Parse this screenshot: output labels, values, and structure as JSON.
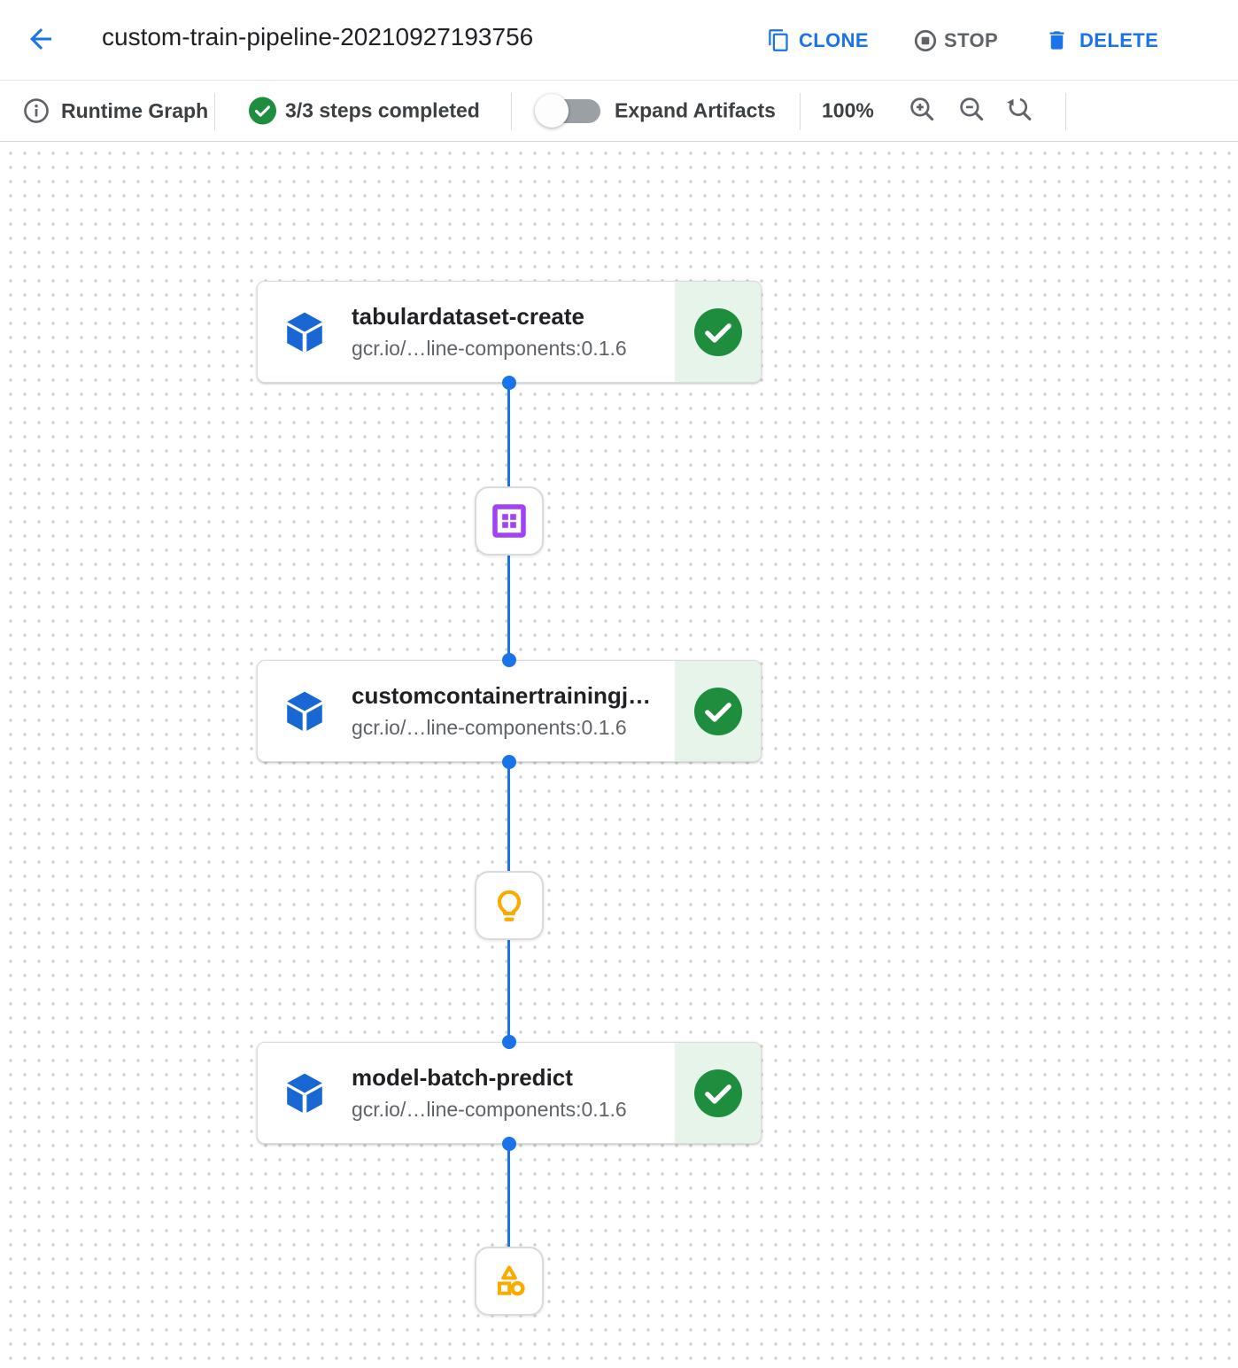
{
  "header": {
    "title": "custom-train-pipeline-20210927193756",
    "actions": [
      {
        "label": "CLONE",
        "icon": "clone-icon"
      },
      {
        "label": "STOP",
        "icon": "stop-icon"
      },
      {
        "label": "DELETE",
        "icon": "delete-icon"
      }
    ]
  },
  "toolbar": {
    "view_label": "Runtime Graph",
    "steps_status": "3/3 steps completed",
    "expand_artifacts_label": "Expand Artifacts",
    "expand_artifacts_state": "off",
    "zoom_level": "100%"
  },
  "graph": {
    "nodes": [
      {
        "title": "tabulardataset-create",
        "image": "gcr.io/…line-components:0.1.6",
        "status_icon": "success-icon"
      },
      {
        "title": "customcontainertrainingj…",
        "image": "gcr.io/…line-components:0.1.6",
        "status_icon": "success-icon"
      },
      {
        "title": "model-batch-predict",
        "image": "gcr.io/…line-components:0.1.6",
        "status_icon": "success-icon"
      }
    ],
    "artifacts": [
      {
        "icon": "dataset-artifact-icon"
      },
      {
        "icon": "model-artifact-icon"
      },
      {
        "icon": "generic-artifact-icon"
      }
    ]
  },
  "colors": {
    "accent_blue": "#1a73e8",
    "component_blue": "#1967d2",
    "success_green": "#1e8e3e",
    "success_bg": "#e6f4ea",
    "artifact_purple": "#a142f4",
    "artifact_amber": "#f9ab00"
  }
}
